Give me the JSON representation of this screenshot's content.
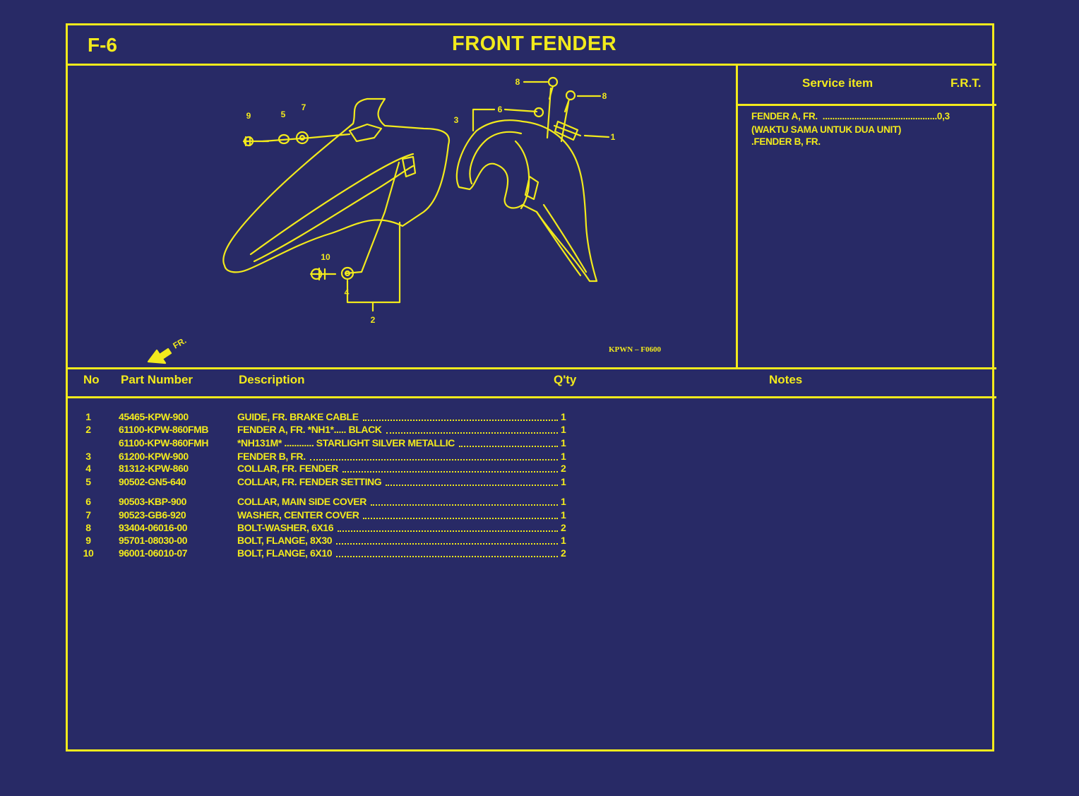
{
  "header": {
    "code": "F-6",
    "title": "FRONT FENDER"
  },
  "service": {
    "col_item": "Service item",
    "col_frt": "F.R.T.",
    "lines": [
      "FENDER A, FR.  ...............................................0,3",
      "(WAKTU SAMA UNTUK DUA UNIT)",
      ".FENDER B, FR."
    ]
  },
  "diagram": {
    "ref_code": "KPWN – F0600",
    "direction_label": "FR.",
    "callouts": [
      "1",
      "2",
      "3",
      "4",
      "5",
      "6",
      "7",
      "8",
      "8",
      "9",
      "10"
    ]
  },
  "table": {
    "headers": {
      "no": "No",
      "part_number": "Part Number",
      "description": "Description",
      "qty": "Q'ty",
      "notes": "Notes"
    },
    "rows": [
      {
        "no": "1",
        "part": "45465-KPW-900",
        "desc": "GUIDE, FR. BRAKE CABLE",
        "qty": "1"
      },
      {
        "no": "2",
        "part": "61100-KPW-860FMB",
        "desc": "FENDER A, FR. *NH1*..... BLACK",
        "qty": "1"
      },
      {
        "no": "",
        "part": "61100-KPW-860FMH",
        "desc": "*NH131M* ............ STARLIGHT SILVER METALLIC",
        "qty": "1"
      },
      {
        "no": "3",
        "part": "61200-KPW-900",
        "desc": "FENDER B, FR.",
        "qty": "1"
      },
      {
        "no": "4",
        "part": "81312-KPW-860",
        "desc": "COLLAR, FR. FENDER",
        "qty": "2"
      },
      {
        "no": "5",
        "part": "90502-GN5-640",
        "desc": "COLLAR, FR. FENDER SETTING",
        "qty": "1"
      },
      {
        "no": "6",
        "part": "90503-KBP-900",
        "desc": "COLLAR, MAIN SIDE COVER",
        "qty": "1"
      },
      {
        "no": "7",
        "part": "90523-GB6-920",
        "desc": "WASHER, CENTER COVER",
        "qty": "1"
      },
      {
        "no": "8",
        "part": "93404-06016-00",
        "desc": "BOLT-WASHER, 6X16",
        "qty": "2"
      },
      {
        "no": "9",
        "part": "95701-08030-00",
        "desc": "BOLT, FLANGE, 8X30",
        "qty": "1"
      },
      {
        "no": "10",
        "part": "96001-06010-07",
        "desc": "BOLT, FLANGE, 6X10",
        "qty": "2"
      }
    ]
  }
}
